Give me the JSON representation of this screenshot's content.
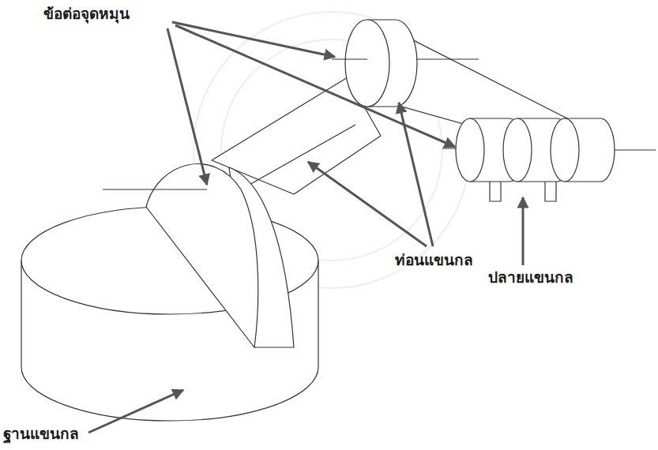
{
  "diagram": {
    "labels": [
      "ข้อต่อจุดหมุน",
      "ท่อนแขนกล",
      "ปลายแขนกล",
      "ฐานแขนกล"
    ]
  }
}
